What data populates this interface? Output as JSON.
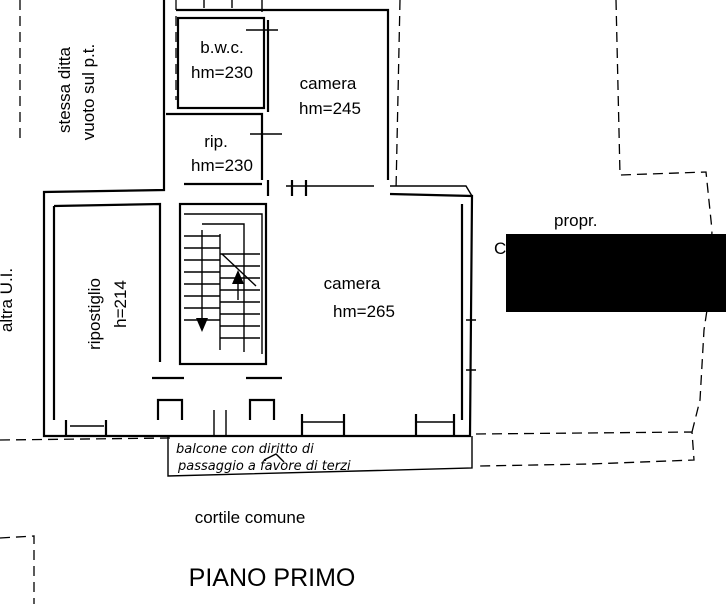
{
  "rooms": {
    "bwc": {
      "name": "b.w.c.",
      "height": "hm=230"
    },
    "camera_top": {
      "name": "camera",
      "height": "hm=245"
    },
    "rip": {
      "name": "rip.",
      "height": "hm=230"
    },
    "ripostiglio": {
      "name": "ripostiglio",
      "height": "h=214"
    },
    "camera_main": {
      "name": "camera",
      "height": "hm=265"
    }
  },
  "neighbors": {
    "stessa_ditta": {
      "line1": "stessa ditta",
      "line2": "vuoto sul p.t."
    },
    "altra_ui": "altra U.I.",
    "propr": "propr."
  },
  "balcony": {
    "line1": "balcone con diritto di",
    "line2": "passaggio a favore di terzi"
  },
  "courtyard": "cortile comune",
  "floor_title": "PIANO PRIMO",
  "colors": {
    "ink": "#000000",
    "paper": "#ffffff",
    "redaction": "#000000"
  }
}
